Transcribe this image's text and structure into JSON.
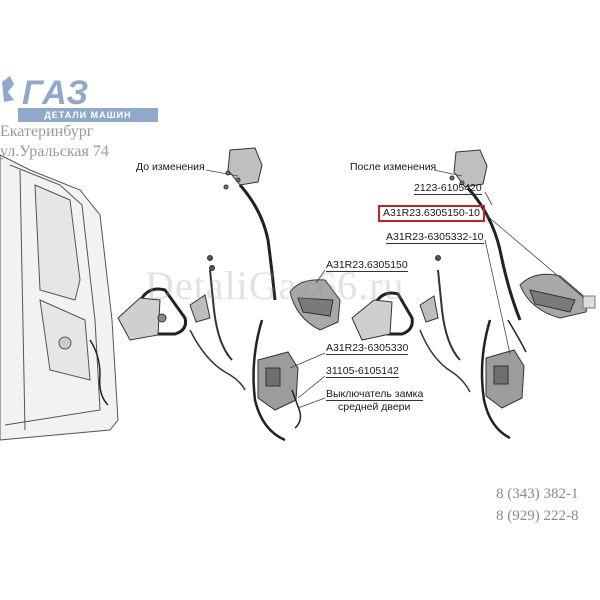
{
  "branding": {
    "logo_text": "ГАЗ",
    "logo_subtitle": "ДЕТАЛИ МАШИН",
    "city": "Екатеринбург",
    "street": "ул.Уральская 74",
    "watermark": "DetaliGaz66.ru"
  },
  "headings": {
    "before": "До изменения",
    "after": "После изменения"
  },
  "part_labels": {
    "before_handle": "A31R23.6305150",
    "before_lock": "A31R23-6305330",
    "before_rod": "31105-6105142",
    "switch_line1": "Выключатель замка",
    "switch_line2": "средней двери",
    "after_cable": "2123-6105420",
    "after_handle_highlighted": "A31R23.6305150-10",
    "after_lock": "A31R23-6305332-10"
  },
  "contacts": {
    "phone1": "8 (343) 382-1",
    "phone2": "8 (929) 222-8"
  },
  "colors": {
    "highlight": "#cc2020",
    "logo": "#8fa9c8"
  }
}
